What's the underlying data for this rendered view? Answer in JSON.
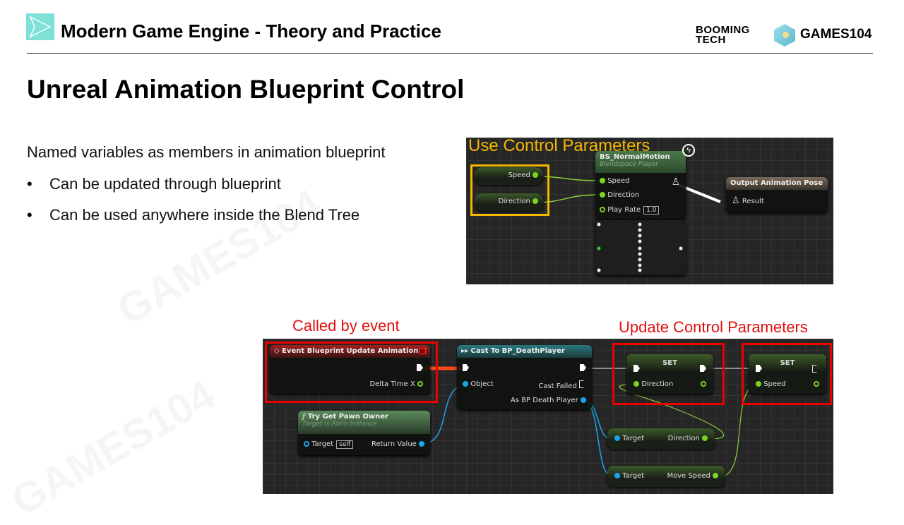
{
  "header": {
    "course_title": "Modern Game Engine - Theory and Practice",
    "logo_booming": "BOOMING TECH",
    "logo_booming_l1": "BOOMING",
    "logo_booming_l2": "TECH",
    "logo_games": "GAMES104"
  },
  "slide": {
    "title": "Unreal Animation Blueprint Control",
    "intro": "Named variables as members in animation blueprint",
    "bullets": [
      "Can be updated through blueprint",
      "Can be used anywhere inside the Blend Tree"
    ]
  },
  "anim_graph": {
    "caption": "Use Control Parameters",
    "variables": [
      "Speed",
      "Direction"
    ],
    "blendspace": {
      "title": "BS_NormalMotion",
      "subtitle": "Blendspace Player",
      "inputs": [
        "Speed",
        "Direction",
        "Play Rate"
      ],
      "play_rate": "1.0"
    },
    "output": {
      "title": "Output Animation Pose",
      "input": "Result"
    }
  },
  "event_graph": {
    "caption_left": "Called by event",
    "caption_right": "Update Control Parameters",
    "event": {
      "title": "Event Blueprint Update Animation",
      "output": "Delta Time X"
    },
    "pawn": {
      "title": "Try Get Pawn Owner",
      "subtitle": "Target is Anim Instance",
      "target": "Target",
      "self": "self",
      "ret": "Return Value"
    },
    "cast": {
      "title": "Cast To BP_DeathPlayer",
      "object": "Object",
      "failed": "Cast Failed",
      "as": "As BP Death Player"
    },
    "set1": {
      "title": "SET",
      "pin": "Direction"
    },
    "set2": {
      "title": "SET",
      "pin": "Speed"
    },
    "get1": {
      "target": "Target",
      "out": "Direction"
    },
    "get2": {
      "target": "Target",
      "out": "Move Speed"
    }
  },
  "colors": {
    "accent": "#7fe0d6",
    "caption_orange": "#f5b800",
    "caption_red": "#e01010"
  }
}
